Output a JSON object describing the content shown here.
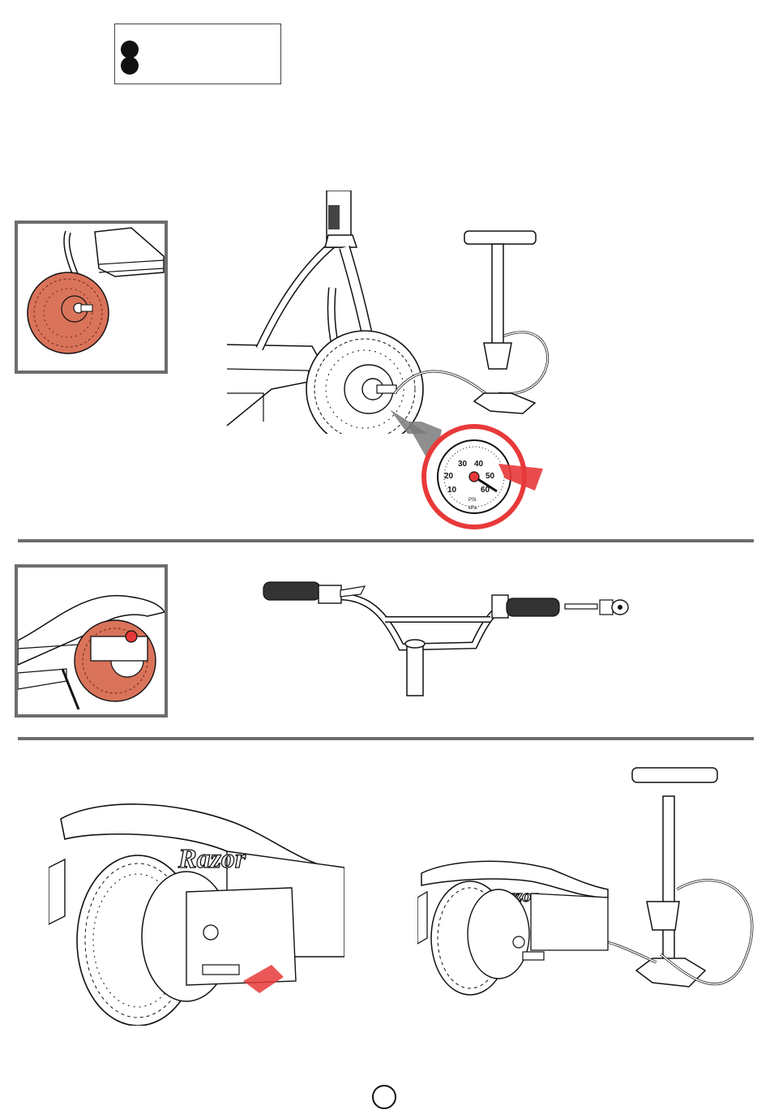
{
  "colors": {
    "accent_red": "#e8393a",
    "highlight_orange": "#d9735a",
    "frame_gray": "#6d6d6d",
    "ink": "#111111"
  },
  "gauge": {
    "ticks": [
      "10",
      "20",
      "30",
      "40",
      "50",
      "60"
    ],
    "unit_psi": "PSI",
    "unit_kpa": "kPa"
  },
  "branding": {
    "logo_text": "Razor"
  }
}
